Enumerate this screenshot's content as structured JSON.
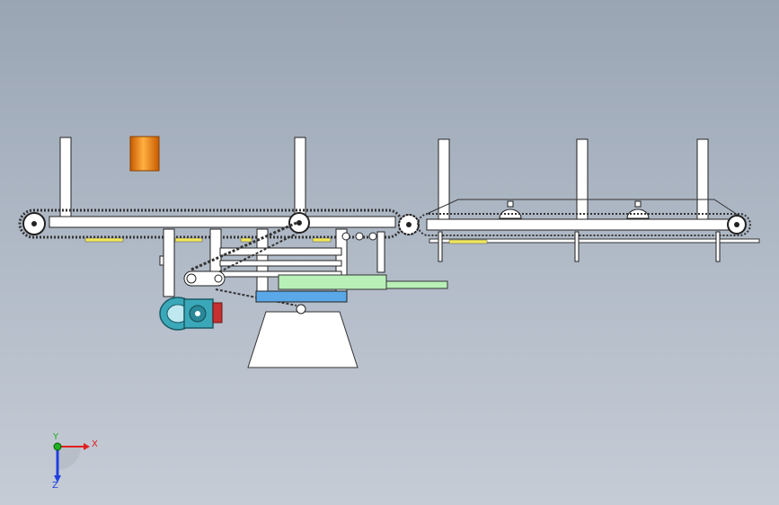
{
  "triad": {
    "x_label": "X",
    "y_label": "Y",
    "z_label": "Z",
    "x_color": "#e02020",
    "y_color": "#20b020",
    "z_color": "#2040e0"
  },
  "colors": {
    "frame_fill": "#ffffff",
    "frame_stroke": "#2a2a2a",
    "chain": "#3a3a3a",
    "drum": "#f08a10",
    "motor": "#3aa8b8",
    "gear_red": "#c83030",
    "green_plate": "#b8f0b8",
    "blue_plate": "#5aa8e8",
    "yellow_slot": "#f2e85a"
  }
}
